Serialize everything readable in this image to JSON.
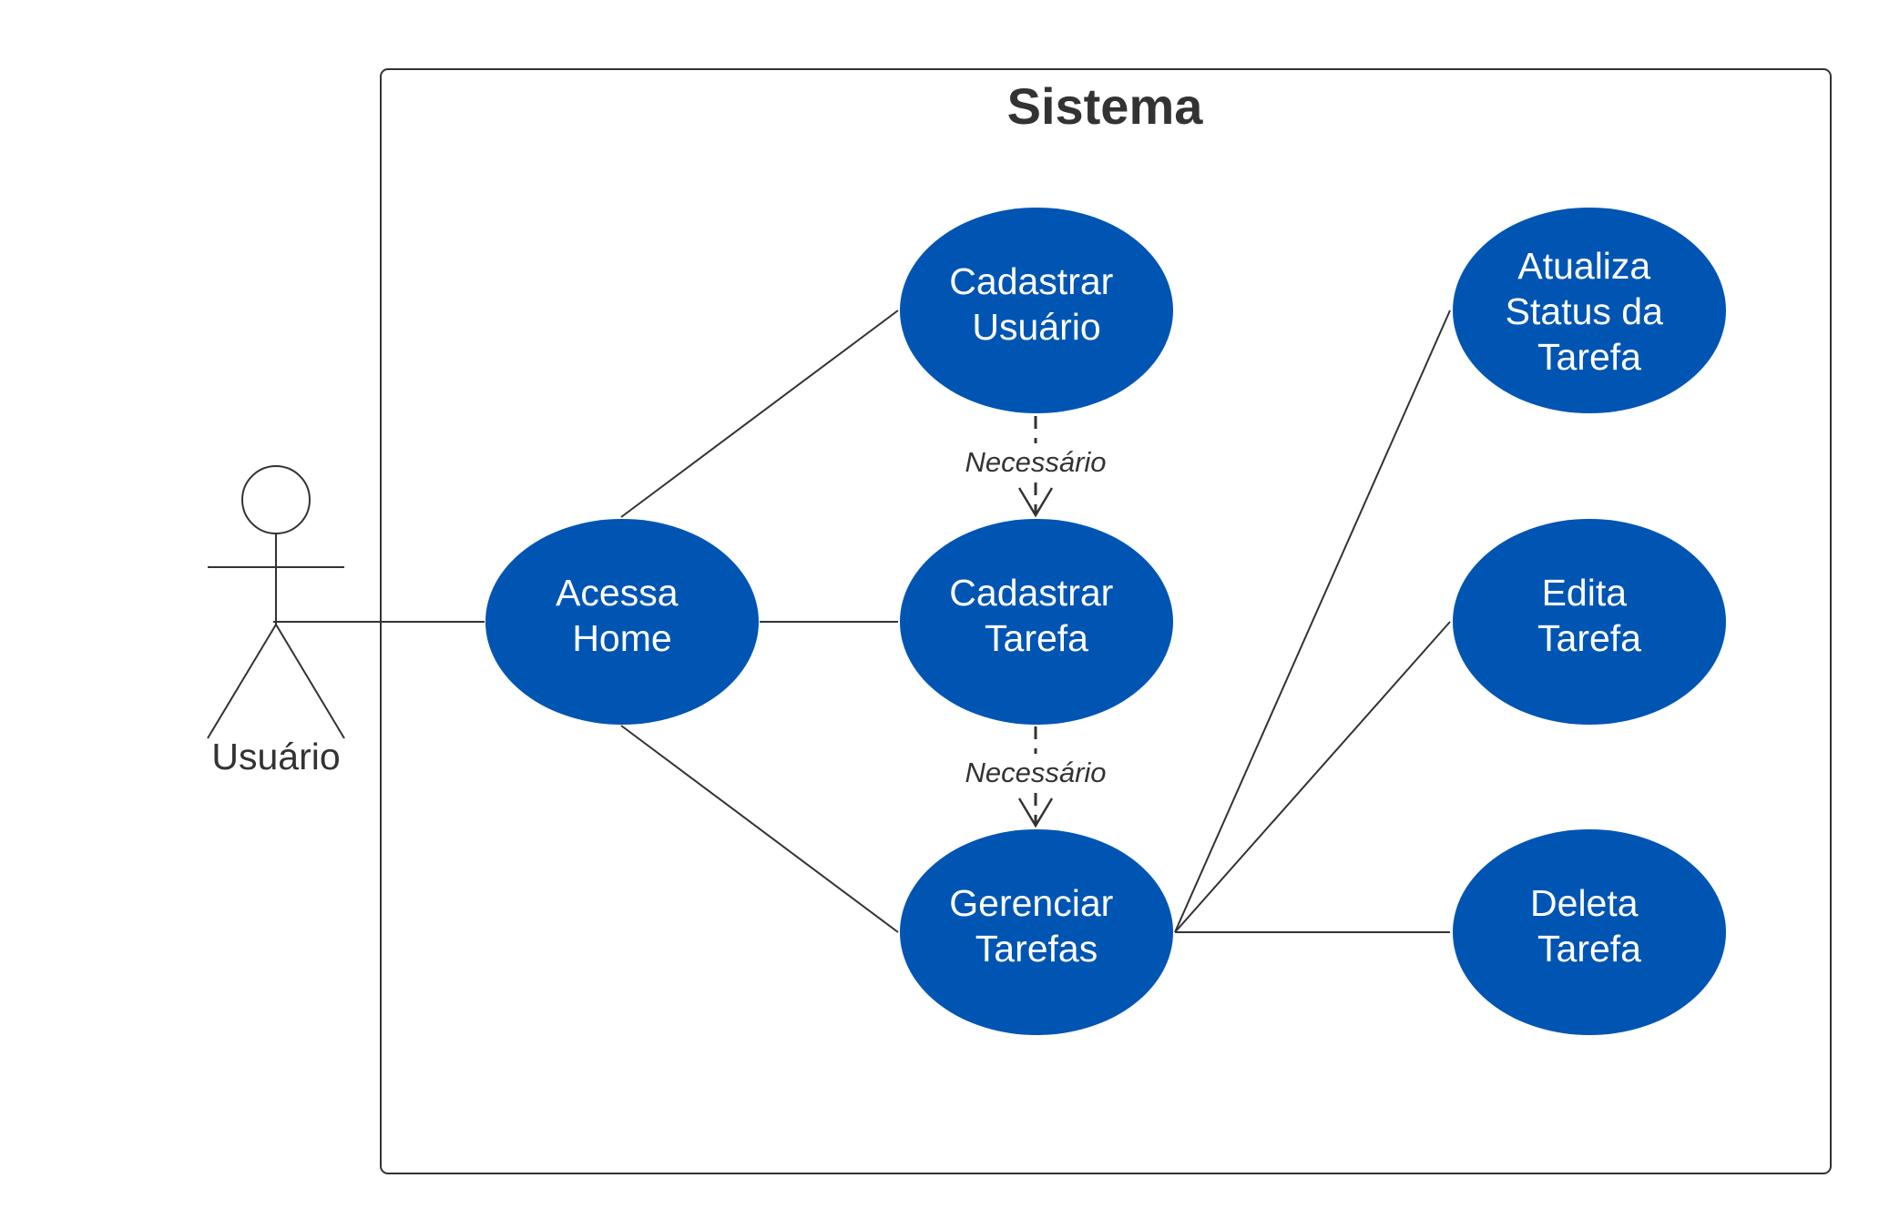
{
  "system": {
    "title": "Sistema"
  },
  "actor": {
    "label": "Usuário"
  },
  "use_cases": {
    "acessa_home": [
      "Acessa",
      "Home"
    ],
    "cadastrar_usuario": [
      "Cadastrar",
      "Usuário"
    ],
    "cadastrar_tarefa": [
      "Cadastrar",
      "Tarefa"
    ],
    "gerenciar_tarefas": [
      "Gerenciar",
      "Tarefas"
    ],
    "atualiza_status": [
      "Atualiza",
      "Status da",
      "Tarefa"
    ],
    "edita_tarefa": [
      "Edita",
      "Tarefa"
    ],
    "deleta_tarefa": [
      "Deleta",
      "Tarefa"
    ]
  },
  "dependencies": {
    "usuario_to_tarefa": "Necessário",
    "tarefa_to_gerenciar": "Necessário"
  },
  "colors": {
    "use_case_fill": "#0055b3",
    "line": "#333333",
    "use_case_text": "#ffffff"
  }
}
